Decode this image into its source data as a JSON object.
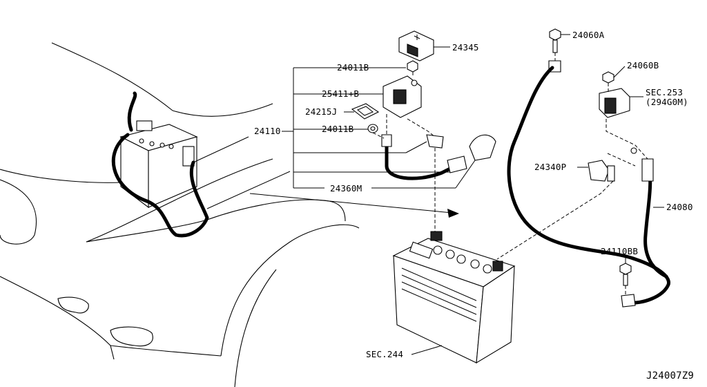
{
  "diagram_code": "J24007Z9",
  "labels": {
    "p24345": "24345",
    "p24011B_top": "24011B",
    "p25411B": "25411+B",
    "p24215J": "24215J",
    "p24110": "24110",
    "p24011B_bot": "24011B",
    "p24360M": "24360M",
    "p24060A": "24060A",
    "p24060B": "24060B",
    "sec253_line1": "SEC.253",
    "sec253_line2": "(294G0M)",
    "p24340P": "24340P",
    "p24080": "24080",
    "p24110BB": "24110BB",
    "sec244": "SEC.244"
  }
}
